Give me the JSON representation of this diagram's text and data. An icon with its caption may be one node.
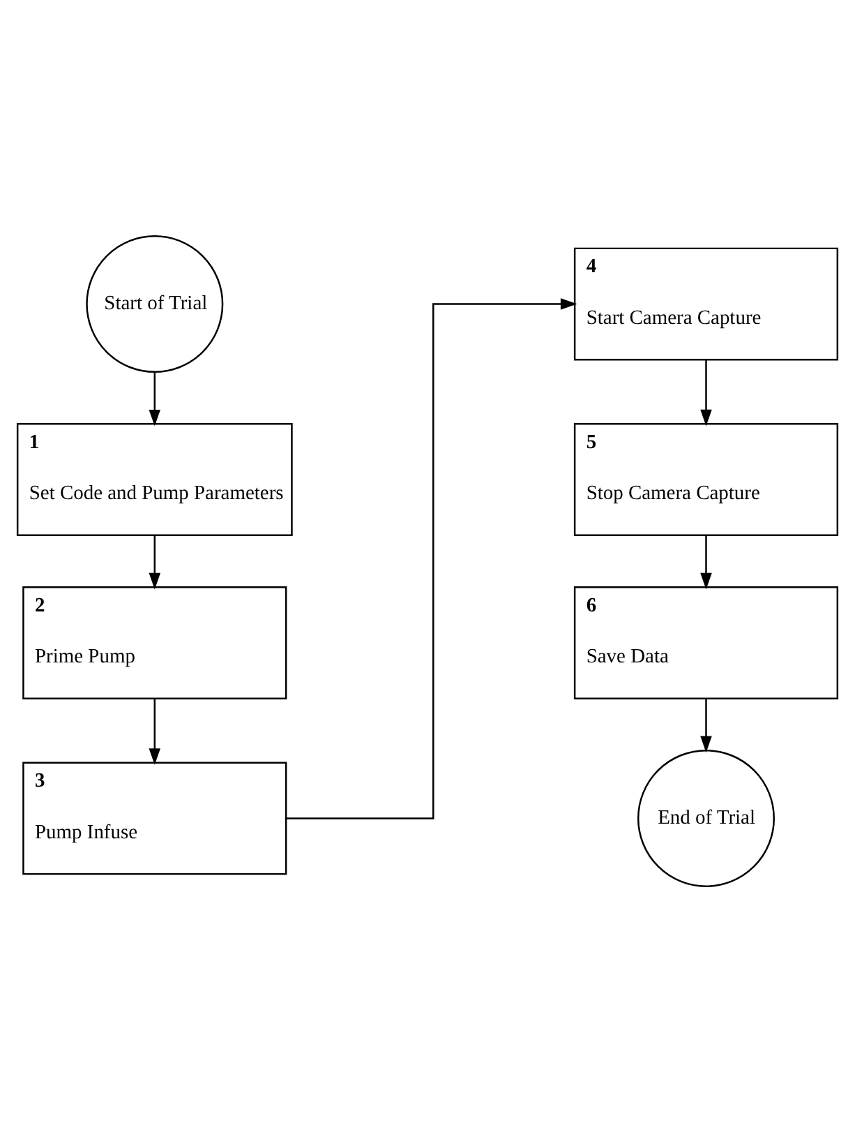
{
  "diagram": {
    "nodes": [
      {
        "text": [
          "Start of Trial"
        ]
      },
      {
        "text": [
          "1",
          "Set Code and Pump Parameters"
        ]
      },
      {
        "text": [
          "2",
          "Prime Pump"
        ]
      },
      {
        "text": [
          "3",
          "Pump Infuse"
        ]
      },
      {
        "text": [
          "4",
          "Start Camera Capture"
        ]
      },
      {
        "text": [
          "5",
          "Stop Camera Capture"
        ]
      },
      {
        "text": [
          "6",
          "Save Data"
        ]
      },
      {
        "text": [
          "End of Trial"
        ]
      }
    ],
    "edges": [
      {
        "from": 0,
        "to": 1,
        "arrow": "to"
      },
      {
        "from": 1,
        "to": 2,
        "arrow": "to"
      },
      {
        "from": 2,
        "to": 3,
        "arrow": "to"
      },
      {
        "from": 3,
        "to": 4,
        "arrow": "to"
      },
      {
        "from": 4,
        "to": 5,
        "arrow": "to"
      },
      {
        "from": 5,
        "to": 6,
        "arrow": "to"
      },
      {
        "from": 6,
        "to": 7,
        "arrow": "to"
      }
    ]
  }
}
